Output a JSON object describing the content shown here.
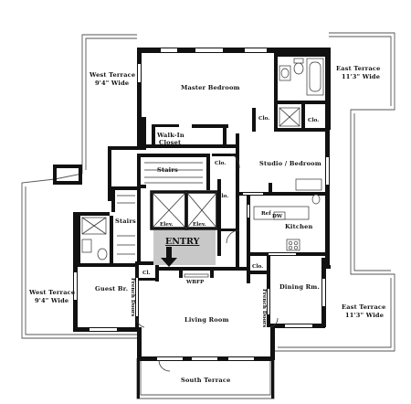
{
  "labels": {
    "east_terrace_top": "East Terrace",
    "east_terrace_top_width": "11'3\" Wide",
    "west_terrace_top": "West Terrace",
    "west_terrace_top_width": "9'4\" Wide",
    "master_bedroom": "Master Bedroom",
    "walk_in_closet_1": "Walk-In",
    "walk_in_closet_2": "Closet",
    "clo_master": "Clo.",
    "clo_bath": "Clo.",
    "clo_studio": "Clo.",
    "clo_elev": "Clo.",
    "clo_dining": "Clo.",
    "stairs_upper": "Stairs",
    "stairs_lower": "Stairs",
    "studio_bedroom": "Studio / Bedroom",
    "elev_1": "Elev.",
    "elev_2": "Elev.",
    "entry": "ENTRY",
    "ref": "Ref",
    "dw": "DW",
    "kitchen": "Kitchen",
    "cl": "Cl.",
    "wbfp": "WBFP",
    "guest_br": "Guest Br.",
    "dining_rm": "Dining Rm.",
    "french_doors_left": "French Doors",
    "french_doors_right": "French Doors",
    "living_room": "Living Room",
    "west_terrace_bottom": "West Terrace",
    "west_terrace_bottom_width": "9'4\" Wide",
    "east_terrace_bottom": "East Terrace",
    "east_terrace_bottom_width": "11'3\" Wide",
    "south_terrace": "South Terrace"
  },
  "colors": {
    "wall": "#111111",
    "entry_fill": "#c8c8c8",
    "background": "#ffffff"
  }
}
